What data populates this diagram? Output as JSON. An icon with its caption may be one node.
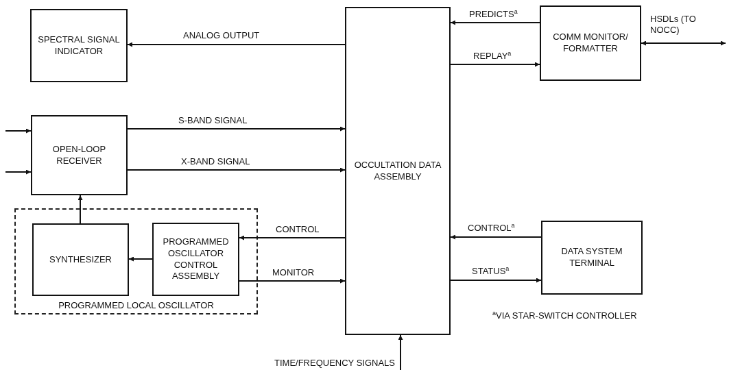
{
  "diagram": {
    "nodes": [
      {
        "text": [
          "SPECTRAL SIGNAL INDICATOR"
        ]
      },
      {
        "text": [
          "OPEN-LOOP RECEIVER"
        ]
      },
      {
        "text": [
          "PROGRAMMED LOCAL OSCILLATOR"
        ]
      },
      {
        "text": [
          "SYNTHESIZER"
        ],
        "in": 2
      },
      {
        "text": [
          "PROGRAMMED OSCILLATOR CONTROL ASSEMBLY"
        ],
        "in": 2
      },
      {
        "text": [
          "OCCULTATION DATA ASSEMBLY"
        ]
      },
      {
        "text": [
          "COMM MONITOR/ FORMATTER"
        ]
      },
      {
        "text": [
          "DATA SYSTEM TERMINAL"
        ]
      }
    ],
    "edges": [
      {
        "from": 5,
        "to": 0,
        "arrow": "to",
        "label": "ANALOG OUTPUT"
      },
      {
        "from": null,
        "to": 1,
        "arrow": "to"
      },
      {
        "from": null,
        "to": 1,
        "arrow": "to"
      },
      {
        "from": 1,
        "to": 5,
        "arrow": "to",
        "label": "S-BAND SIGNAL"
      },
      {
        "from": 1,
        "to": 5,
        "arrow": "to",
        "label": "X-BAND SIGNAL"
      },
      {
        "from": 3,
        "to": 1,
        "arrow": "to"
      },
      {
        "from": 4,
        "to": 3,
        "arrow": "to"
      },
      {
        "from": 5,
        "to": 4,
        "arrow": "to",
        "label": "CONTROL"
      },
      {
        "from": 4,
        "to": 5,
        "arrow": "to",
        "label": "MONITOR"
      },
      {
        "from": 6,
        "to": 5,
        "arrow": "to",
        "label": "PREDICTS$^{a}$"
      },
      {
        "from": 5,
        "to": 6,
        "arrow": "to",
        "label": "REPLAY$^{a}$"
      },
      {
        "from": 6,
        "to": null,
        "arrow": "both",
        "label": "HSDLs (TO NOCC)"
      },
      {
        "from": 7,
        "to": 5,
        "arrow": "to",
        "label": "CONTROL$^{a}$"
      },
      {
        "from": 5,
        "to": 7,
        "arrow": "to",
        "label": "STATUS$^{a}$"
      },
      {
        "from": null,
        "to": 5,
        "arrow": "to",
        "label": "TIME/FREQUENCY SIGNALS"
      }
    ],
    "labels": [
      "$^{a}$VIA STAR-SWITCH CONTROLLER"
    ]
  }
}
